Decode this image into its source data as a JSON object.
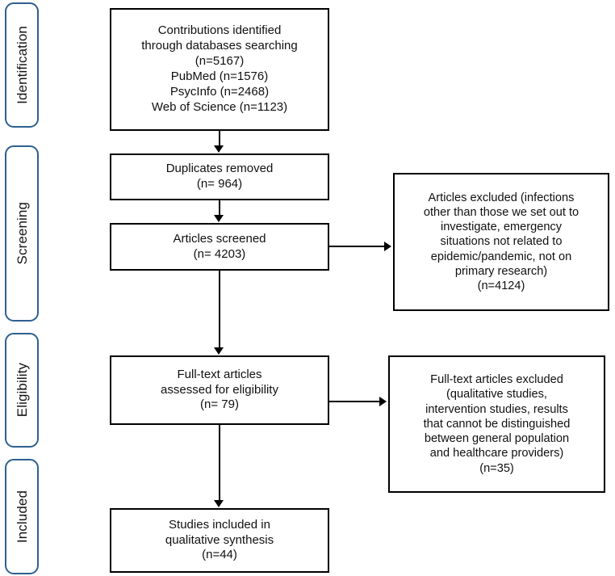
{
  "diagram": {
    "type": "prisma-flow-diagram",
    "stages": [
      {
        "name": "identification",
        "label": "Identification"
      },
      {
        "name": "screening",
        "label": "Screening"
      },
      {
        "name": "eligibility",
        "label": "Eligibility"
      },
      {
        "name": "included",
        "label": "Included"
      }
    ],
    "main_boxes": [
      {
        "name": "records-identified",
        "text": "Contributions identified\nthrough databases searching\n(n=5167)\nPubMed (n=1576)\nPsycInfo (n=2468)\nWeb of Science (n=1123)"
      },
      {
        "name": "duplicates-removed",
        "text": "Duplicates  removed\n(n= 964)"
      },
      {
        "name": "articles-screened",
        "text": "Articles screened\n(n= 4203)"
      },
      {
        "name": "full-text-assessed",
        "text": "Full-text articles\nassessed for eligibility\n(n= 79)"
      },
      {
        "name": "studies-included",
        "text": "Studies included in\nqualitative synthesis\n(n=44)"
      }
    ],
    "side_boxes": [
      {
        "name": "articles-excluded-screening",
        "text": "Articles excluded (infections\nother than those we set out to\ninvestigate, emergency\nsituations not related to\nepidemic/pandemic, not on\nprimary research)\n(n=4124)"
      },
      {
        "name": "full-text-excluded",
        "text": "Full-text articles excluded\n(qualitative studies,\nintervention studies,  results\nthat cannot be distinguished\nbetween general population\nand healthcare providers)\n(n=35)"
      }
    ],
    "counts": {
      "total_identified": 5167,
      "pubmed": 1576,
      "psycinfo": 2468,
      "web_of_science": 1123,
      "duplicates_removed": 964,
      "articles_screened": 4203,
      "articles_excluded_screening": 4124,
      "full_text_assessed": 79,
      "full_text_excluded": 35,
      "studies_included": 44
    },
    "colors": {
      "stage_border": "#2e5f91",
      "box_border": "#000000",
      "text": "#101010",
      "background": "#ffffff"
    }
  }
}
